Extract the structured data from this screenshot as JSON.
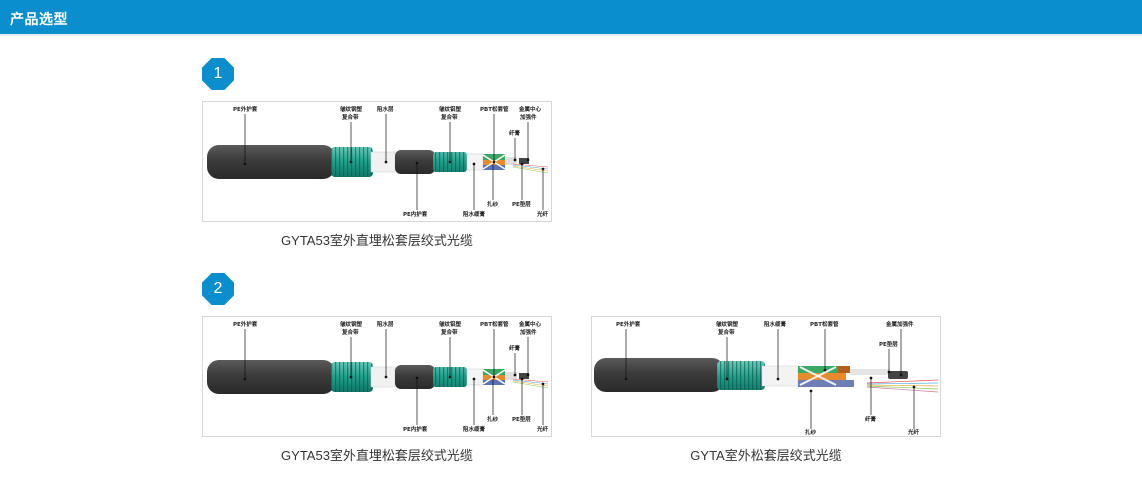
{
  "header": {
    "title": "产品选型"
  },
  "groups": [
    {
      "badge": "1",
      "products": [
        {
          "caption": "GYTA53室外直埋松套层绞式光缆",
          "labels": {
            "outer_sheath": "PE外护套",
            "steel_tape_1": "皱纹钢塑",
            "steel_tape_2": "复合带",
            "water_block": "阻水层",
            "al_tape_1": "皱纹铝塑",
            "al_tape_2": "复合带",
            "pbt_tube": "PBT松套管",
            "center_1": "金属中心",
            "center_2": "加强件",
            "filler": "纤膏",
            "inner_sheath": "PE内护套",
            "water_compound": "阻水缆膏",
            "binder": "扎纱",
            "pe_cushion": "PE垫层",
            "fiber": "光纤"
          }
        }
      ]
    },
    {
      "badge": "2",
      "products": [
        {
          "caption": "GYTA53室外直埋松套层绞式光缆",
          "labels": {
            "outer_sheath": "PE外护套",
            "steel_tape_1": "皱纹钢塑",
            "steel_tape_2": "复合带",
            "water_block": "阻水层",
            "al_tape_1": "皱纹铝塑",
            "al_tape_2": "复合带",
            "pbt_tube": "PBT松套管",
            "center_1": "金属中心",
            "center_2": "加强件",
            "filler": "纤膏",
            "inner_sheath": "PE内护套",
            "water_compound": "阻水缆膏",
            "binder": "扎纱",
            "pe_cushion": "PE垫层",
            "fiber": "光纤"
          }
        },
        {
          "caption": "GYTA室外松套层绞式光缆",
          "labels": {
            "outer_sheath": "PE外护套",
            "steel_tape_1": "皱纹钢塑",
            "steel_tape_2": "复合带",
            "water_compound": "阻水缆膏",
            "pbt_tube": "PBT松套管",
            "center": "金属加强件",
            "pe_cushion": "PE垫层",
            "binder": "扎纱",
            "filler": "纤膏",
            "fiber": "光纤"
          }
        }
      ]
    }
  ]
}
